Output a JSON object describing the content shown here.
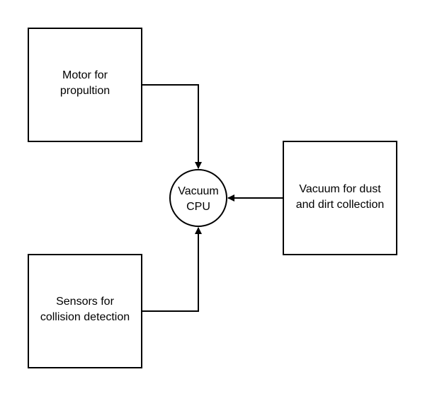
{
  "diagram": {
    "nodes": [
      {
        "id": "motor",
        "shape": "rectangle",
        "lines": [
          "Motor for",
          "propultion"
        ]
      },
      {
        "id": "cpu",
        "shape": "circle",
        "lines": [
          "Vacuum",
          "CPU"
        ]
      },
      {
        "id": "vacuum",
        "shape": "rectangle",
        "lines": [
          "Vacuum for dust",
          "and dirt collection"
        ]
      },
      {
        "id": "sensors",
        "shape": "rectangle",
        "lines": [
          "Sensors for",
          "collision detection"
        ]
      }
    ],
    "edges": [
      {
        "from": "motor",
        "to": "cpu"
      },
      {
        "from": "vacuum",
        "to": "cpu"
      },
      {
        "from": "sensors",
        "to": "cpu"
      }
    ],
    "colors": {
      "stroke": "#000000",
      "background": "#ffffff"
    }
  }
}
